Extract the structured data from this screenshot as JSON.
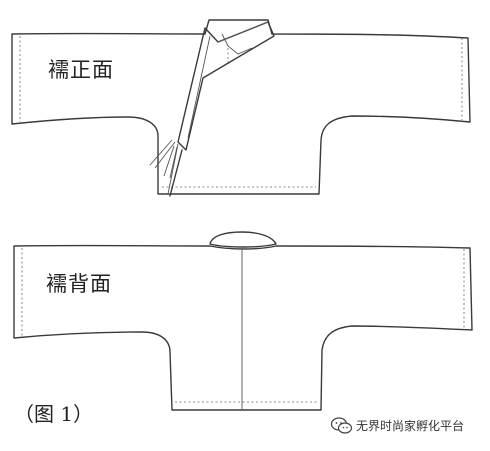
{
  "labels": {
    "front": "襦正面",
    "back": "襦背面",
    "figure": "（图 1）"
  },
  "watermark": {
    "icon": "wechat-icon",
    "text": "无界时尚家孵化平台"
  },
  "colors": {
    "line": "#3a3a3a",
    "background": "#ffffff"
  }
}
